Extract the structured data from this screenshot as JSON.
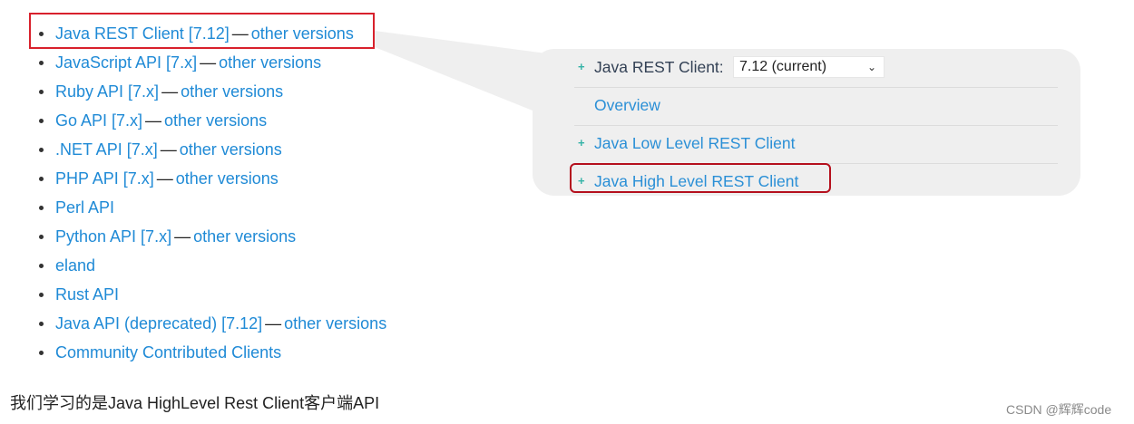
{
  "clients": [
    {
      "label": "Java REST Client [7.12]",
      "other": "other versions"
    },
    {
      "label": "JavaScript API [7.x]",
      "other": "other versions"
    },
    {
      "label": "Ruby API [7.x]",
      "other": "other versions"
    },
    {
      "label": "Go API [7.x]",
      "other": "other versions"
    },
    {
      "label": ".NET API [7.x]",
      "other": "other versions"
    },
    {
      "label": "PHP API [7.x]",
      "other": "other versions"
    },
    {
      "label": "Perl API"
    },
    {
      "label": "Python API [7.x]",
      "other": "other versions"
    },
    {
      "label": "eland"
    },
    {
      "label": "Rust API"
    },
    {
      "label": "Java API (deprecated) [7.12]",
      "other": "other versions"
    },
    {
      "label": "Community Contributed Clients"
    }
  ],
  "separator": "—",
  "panel": {
    "rest_client_label": "Java REST Client:",
    "version_selected": "7.12 (current)",
    "overview": "Overview",
    "low_level": "Java Low Level REST Client",
    "high_level": "Java High Level REST Client"
  },
  "caption": "我们学习的是Java HighLevel Rest Client客户端API",
  "watermark": "CSDN @辉辉code",
  "colors": {
    "link": "#1f8ad6",
    "highlight_border": "#d8212c",
    "panel_bg": "#efefef"
  }
}
